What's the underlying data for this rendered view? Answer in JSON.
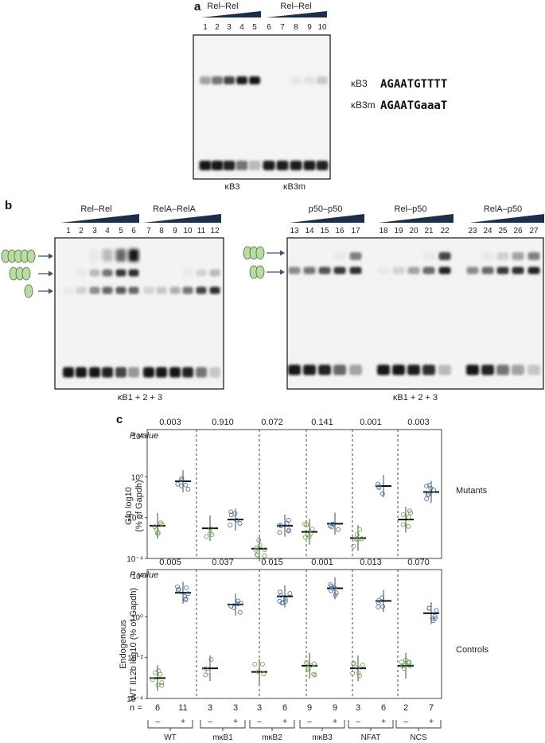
{
  "panel_a": {
    "letter": "a",
    "group1_label": "Rel–Rel",
    "group2_label": "Rel–Rel",
    "lanes": [
      "1",
      "2",
      "3",
      "4",
      "5",
      "6",
      "7",
      "8",
      "9",
      "10"
    ],
    "probe1_label": "κB3",
    "probe2_label": "κB3m",
    "seq_rows": [
      {
        "name": "κB3",
        "seq": "AGAATGTTTT"
      },
      {
        "name": "κB3m",
        "seq": "AGAATGaaaT"
      }
    ]
  },
  "panel_b": {
    "letter": "b",
    "gel1_groups": [
      "Rel–Rel",
      "RelA–RelA"
    ],
    "gel1_lanes": [
      "1",
      "2",
      "3",
      "4",
      "5",
      "6",
      "7",
      "8",
      "9",
      "10",
      "11",
      "12"
    ],
    "gel2_groups": [
      "p50–p50",
      "Rel–p50",
      "RelA–p50"
    ],
    "gel2_lanes": [
      "13",
      "14",
      "15",
      "16",
      "17",
      "18",
      "19",
      "20",
      "21",
      "22",
      "23",
      "24",
      "25",
      "26",
      "27"
    ],
    "probe_label": "κB1 + 2 + 3"
  },
  "panel_c": {
    "letter": "c",
    "pvalue_label": "P value",
    "top_pvalues": [
      "0.003",
      "0.910",
      "0.072",
      "0.141",
      "0.001",
      "0.003"
    ],
    "bottom_pvalues": [
      "0.005",
      "0.037",
      "0.015",
      "0.001",
      "0.013",
      "0.070"
    ],
    "top_ylabel_1": "Gfp log10",
    "top_ylabel_2": "(% of Gapdh)",
    "bottom_ylabel_1": "Endogenous",
    "bottom_ylabel_2": "WT Il12b log10 (% of Gapdh)",
    "top_side_label": "Mutants",
    "bottom_side_label": "Controls",
    "top_ticks": [
      "10²",
      "10⁰",
      "10⁻²",
      "10⁻⁴"
    ],
    "bottom_ticks": [
      "10²",
      "10⁰",
      "10⁻²",
      "10⁻⁴"
    ],
    "n_label": "n =",
    "n_values": [
      "6",
      "11",
      "3",
      "3",
      "3",
      "6",
      "9",
      "9",
      "3",
      "6",
      "2",
      "7"
    ],
    "signs": [
      "–",
      "+"
    ],
    "groups": [
      "WT",
      "mκB1",
      "mκB2",
      "mκB3",
      "NFAT",
      "NCS"
    ]
  },
  "chart_data": [
    {
      "type": "box",
      "title": "Mutants",
      "ylabel": "Gfp log10 (% of Gapdh)",
      "yscale": "log",
      "ylim": [
        0.0001,
        100
      ],
      "categories": [
        "WT",
        "mκB1",
        "mκB2",
        "mκB3",
        "NFAT",
        "NCS"
      ],
      "series": [
        {
          "name": "–",
          "medians": [
            0.004,
            0.003,
            0.0003,
            0.002,
            0.001,
            0.008
          ]
        },
        {
          "name": "+",
          "medians": [
            0.6,
            0.008,
            0.004,
            0.005,
            0.35,
            0.18
          ]
        }
      ],
      "p_values": [
        0.003,
        0.91,
        0.072,
        0.141,
        0.001,
        0.003
      ]
    },
    {
      "type": "box",
      "title": "Controls",
      "ylabel": "Endogenous WT Il12b log10 (% of Gapdh)",
      "yscale": "log",
      "ylim": [
        0.0001,
        100
      ],
      "categories": [
        "WT",
        "mκB1",
        "mκB2",
        "mκB3",
        "NFAT",
        "NCS"
      ],
      "series": [
        {
          "name": "–",
          "medians": [
            0.001,
            0.003,
            0.002,
            0.004,
            0.003,
            0.004
          ]
        },
        {
          "name": "+",
          "medians": [
            15,
            4,
            10,
            25,
            6,
            1.5
          ]
        }
      ],
      "p_values": [
        0.005,
        0.037,
        0.015,
        0.001,
        0.013,
        0.07
      ]
    }
  ]
}
